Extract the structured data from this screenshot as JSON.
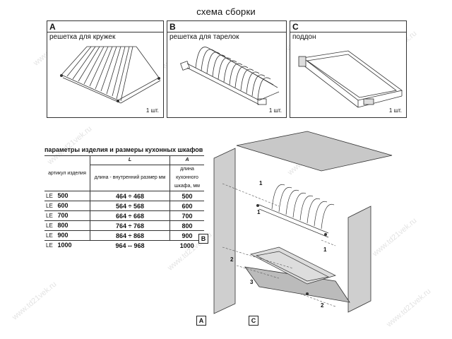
{
  "title": "схема сборки",
  "panels": [
    {
      "letter": "A",
      "label": "решетка для кружек",
      "qty": "1 шт."
    },
    {
      "letter": "B",
      "label": "решетка для тарелок",
      "qty": "1 шт."
    },
    {
      "letter": "C",
      "label": "поддон",
      "qty": "1 шт."
    }
  ],
  "table": {
    "title": "параметры изделия и размеры кухонных шкафов",
    "col_article": "артикул изделия",
    "col_L_symbol": "L",
    "col_L_caption": "длина - внутренний размер мм",
    "col_A_symbol": "A",
    "col_A_caption": "длина кухонного шкафа, мм",
    "rows": [
      {
        "prefix": "LE",
        "size": "500",
        "range": "464 ÷ 468",
        "cabinet": "500"
      },
      {
        "prefix": "LE",
        "size": "600",
        "range": "564 ÷ 568",
        "cabinet": "600"
      },
      {
        "prefix": "LE",
        "size": "700",
        "range": "664 ÷ 668",
        "cabinet": "700"
      },
      {
        "prefix": "LE",
        "size": "800",
        "range": "764 ÷ 768",
        "cabinet": "800"
      },
      {
        "prefix": "LE",
        "size": "900",
        "range": "864 ÷ 868",
        "cabinet": "900"
      },
      {
        "prefix": "LE",
        "size": "1000",
        "range": "964 -- 968",
        "cabinet": "1000"
      }
    ]
  },
  "callouts": {
    "b": "B",
    "a": "A",
    "c": "C",
    "n1a": "1",
    "n1b": "1",
    "n1c": "1",
    "n2a": "2",
    "n2b": "2",
    "n3": "3"
  },
  "watermark": "www.td21vek.ru"
}
